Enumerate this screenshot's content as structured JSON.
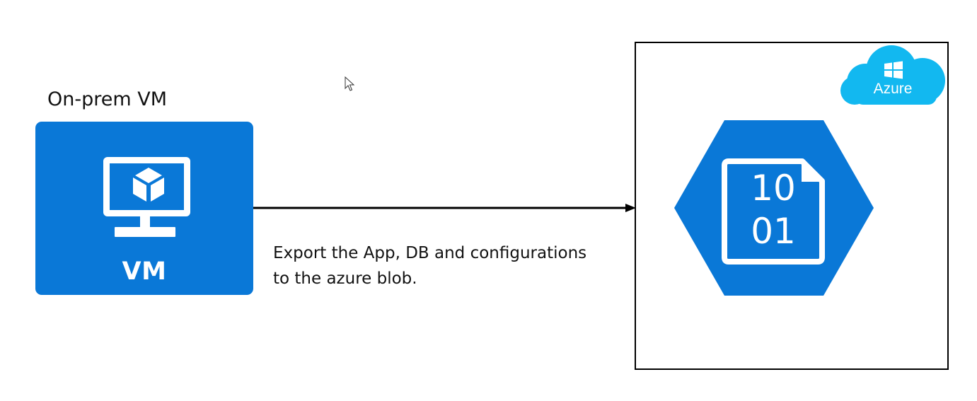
{
  "onprem": {
    "title": "On-prem VM",
    "tile_label": "VM"
  },
  "connection": {
    "caption_line1": "Export the App, DB and configurations",
    "caption_line2": "to the azure blob."
  },
  "azure": {
    "cloud_label": "Azure",
    "blob_bits_line1": "10",
    "blob_bits_line2": "01"
  },
  "colors": {
    "vm_blue": "#0a78d7",
    "cloud_cyan": "#12b8f0",
    "blob_blue": "#0a78d7",
    "cloud_windows_glyph": "#ffffff",
    "box_border": "#000000"
  },
  "icons": {
    "vm": "monitor-with-cube-icon",
    "cloud": "azure-cloud-windows-icon",
    "blob": "hexagon-binary-file-icon",
    "cursor": "mouse-pointer-icon",
    "connector": "arrow-right-icon"
  }
}
